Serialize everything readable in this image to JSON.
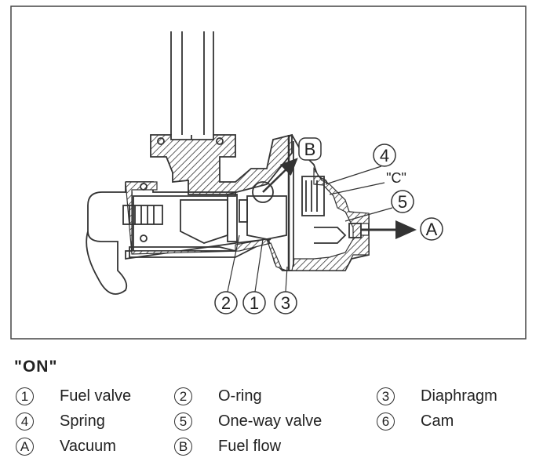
{
  "diagram": {
    "callouts": {
      "c1": "1",
      "c2": "2",
      "c3": "3",
      "c4": "4",
      "c5": "5",
      "cA": "A",
      "cB": "B",
      "cC": "\"C\""
    }
  },
  "legend": {
    "title": "\"ON\"",
    "items": [
      {
        "key": "1",
        "label": "Fuel valve"
      },
      {
        "key": "2",
        "label": "O-ring"
      },
      {
        "key": "3",
        "label": "Diaphragm"
      },
      {
        "key": "4",
        "label": "Spring"
      },
      {
        "key": "5",
        "label": "One-way valve"
      },
      {
        "key": "6",
        "label": "Cam"
      },
      {
        "key": "A",
        "label": "Vacuum"
      },
      {
        "key": "B",
        "label": "Fuel flow"
      }
    ]
  }
}
